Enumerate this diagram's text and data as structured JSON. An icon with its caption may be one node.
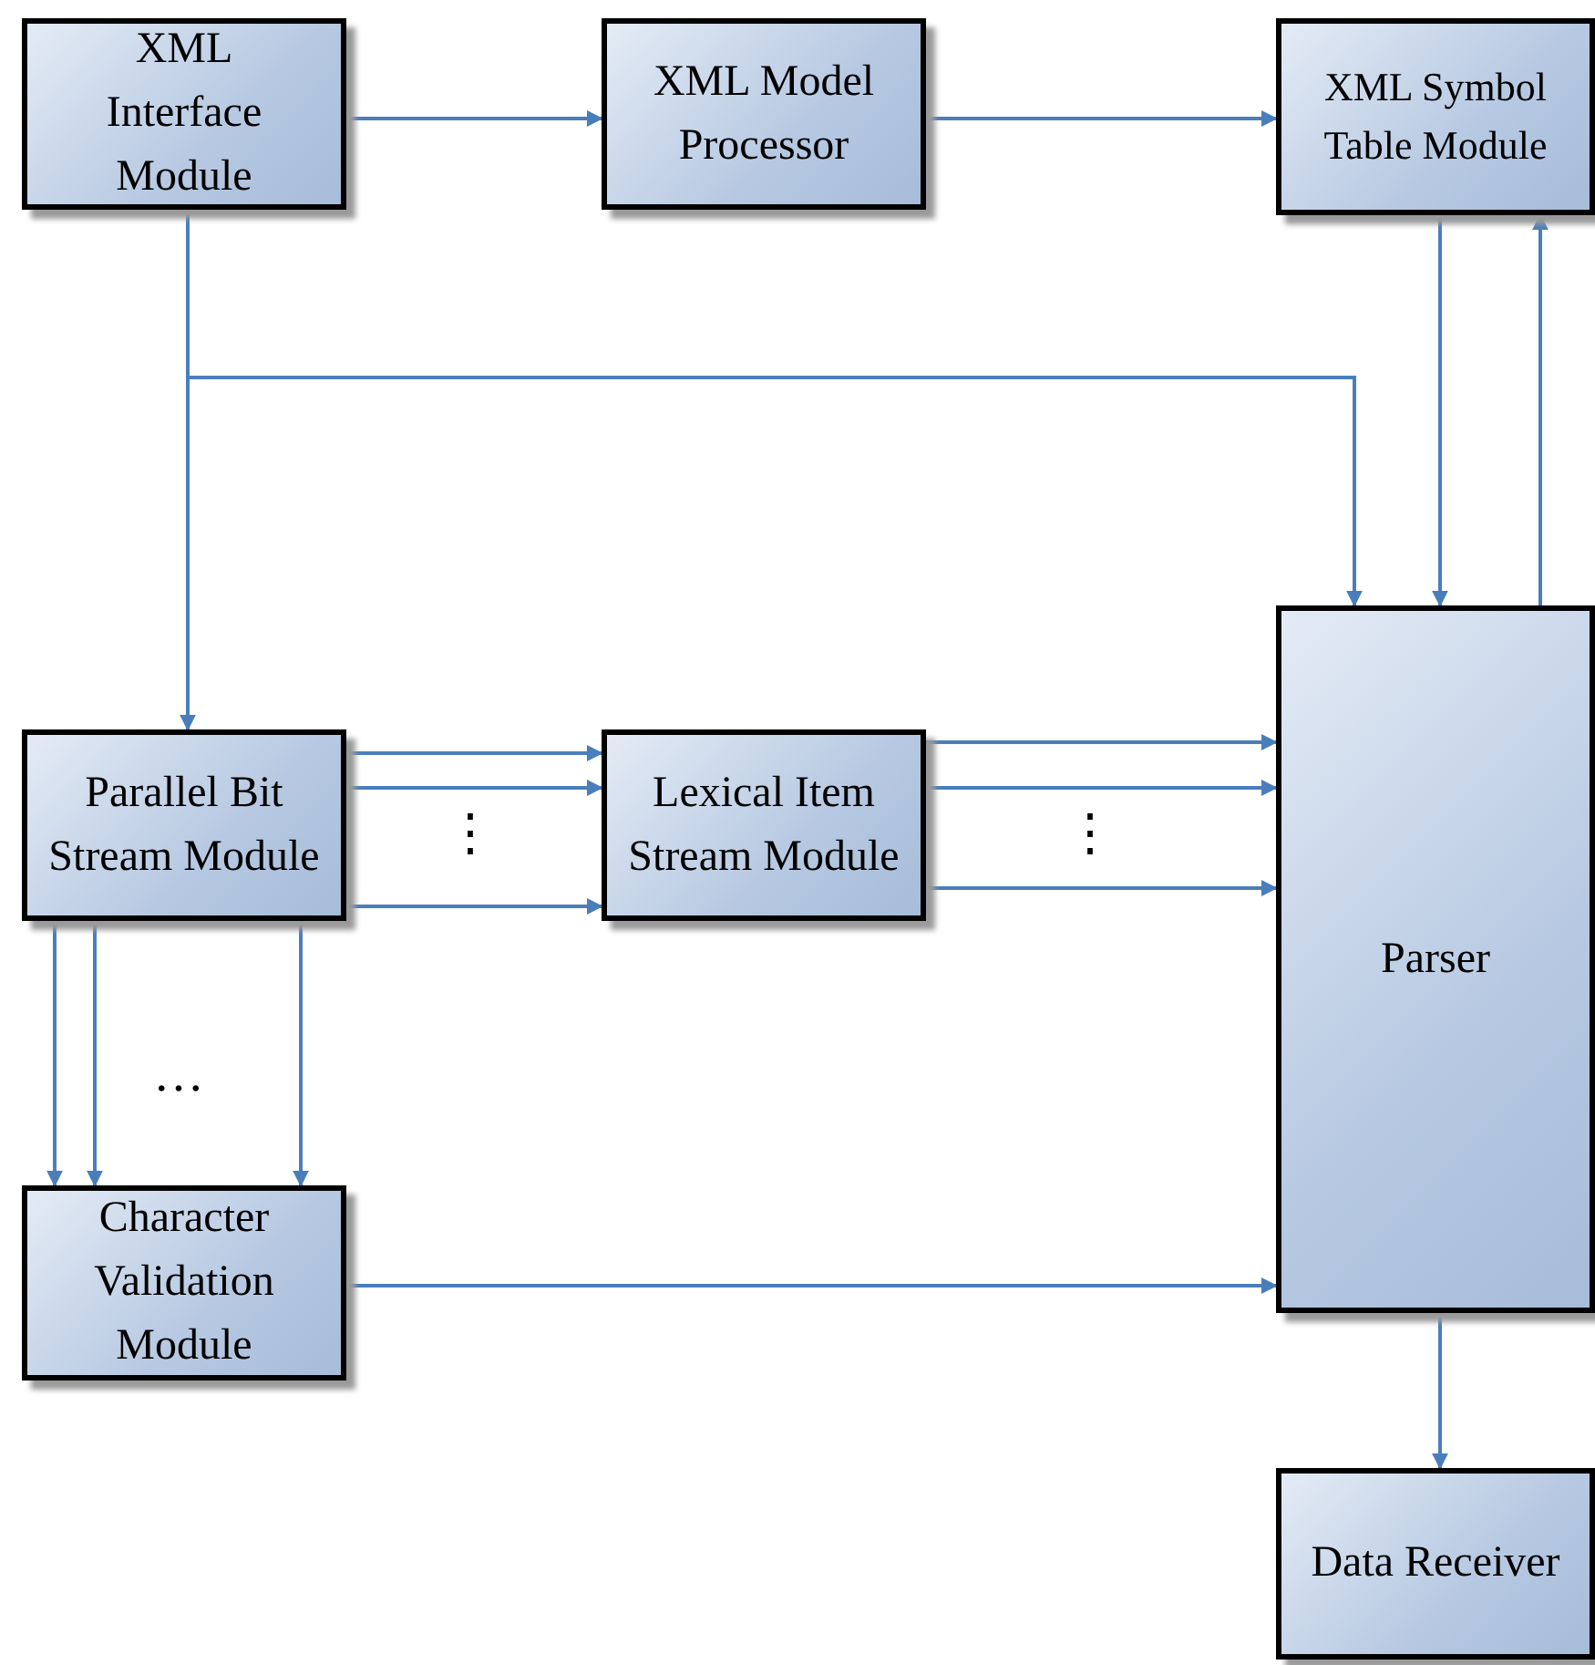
{
  "diagram": {
    "nodes": [
      {
        "text": [
          "XML Interface Module"
        ]
      },
      {
        "text": [
          "XML Model Processor"
        ]
      },
      {
        "text": [
          "XML Symbol Table Module"
        ]
      },
      {
        "text": [
          "Parallel Bit Stream Module"
        ]
      },
      {
        "text": [
          "Lexical Item Stream Module"
        ]
      },
      {
        "text": [
          "Parser"
        ]
      },
      {
        "text": [
          "Character Validation Module"
        ]
      },
      {
        "text": [
          "Data Receiver"
        ]
      }
    ],
    "edges": [
      {
        "from": 0,
        "to": 1,
        "arrow": "to"
      },
      {
        "from": 1,
        "to": 2,
        "arrow": "to"
      },
      {
        "from": 0,
        "to": 5,
        "arrow": "to"
      },
      {
        "from": 0,
        "to": 3,
        "arrow": "to"
      },
      {
        "from": 2,
        "to": 5,
        "arrow": "to"
      },
      {
        "from": 5,
        "to": 2,
        "arrow": "to"
      },
      {
        "from": 3,
        "to": 4,
        "arrow": "to"
      },
      {
        "from": 3,
        "to": 4,
        "arrow": "to"
      },
      {
        "from": 3,
        "to": 4,
        "arrow": "to"
      },
      {
        "from": 4,
        "to": 5,
        "arrow": "to"
      },
      {
        "from": 4,
        "to": 5,
        "arrow": "to"
      },
      {
        "from": 4,
        "to": 5,
        "arrow": "to"
      },
      {
        "from": 3,
        "to": 6,
        "arrow": "to"
      },
      {
        "from": 3,
        "to": 6,
        "arrow": "to"
      },
      {
        "from": 3,
        "to": 6,
        "arrow": "to"
      },
      {
        "from": 6,
        "to": 5,
        "arrow": "to"
      },
      {
        "from": 5,
        "to": 7,
        "arrow": "to"
      }
    ],
    "labels": [
      "⋮",
      "⋮",
      "…"
    ]
  }
}
